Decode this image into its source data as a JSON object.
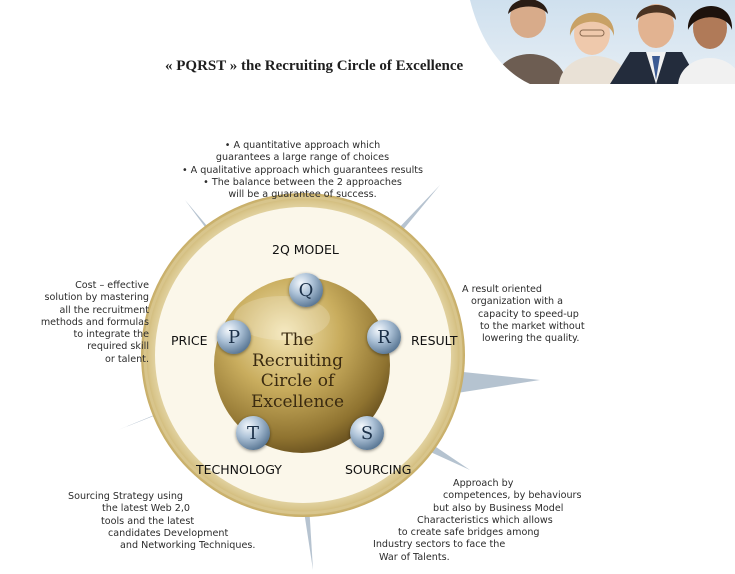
{
  "header": {
    "title": "« PQRST »  the Recruiting Circle of Excellence"
  },
  "center": {
    "lines": [
      "The",
      "Recruiting",
      "Circle of",
      "Excellence"
    ]
  },
  "labels": {
    "model": "2Q MODEL",
    "price": "PRICE",
    "result": "RESULT",
    "technology": "TECHNOLOGY",
    "sourcing": "SOURCING"
  },
  "letters": {
    "q": "Q",
    "r": "R",
    "p": "P",
    "t": "T",
    "s": "S"
  },
  "notes": {
    "top": [
      "•  A quantitative approach which",
      "guarantees a large range of choices",
      "•  A qualitative approach which guarantees results",
      "•  The balance between the 2 approaches",
      "will be a guarantee of success."
    ],
    "left": [
      "Cost – effective",
      "solution by mastering",
      "all the recruitment",
      "methods and formulas",
      "to integrate the",
      "required skill",
      "or talent."
    ],
    "right": [
      "A result oriented",
      "organization with a",
      "capacity to speed-up",
      "to the market without",
      "lowering the quality."
    ],
    "bottom_left": [
      "Sourcing Strategy using",
      "the latest Web 2,0",
      "tools and the latest",
      "candidates Development",
      "and Networking Techniques."
    ],
    "bottom_right": [
      "Approach by",
      "competences, by behaviours",
      "but also by Business Model",
      "Characteristics which allows",
      "to create safe bridges among",
      "Industry sectors to face the",
      "War of Talents."
    ]
  },
  "colors": {
    "gold": "#c9ad5e",
    "ring": "#ede3bf",
    "steel": "#8aa3bc"
  }
}
